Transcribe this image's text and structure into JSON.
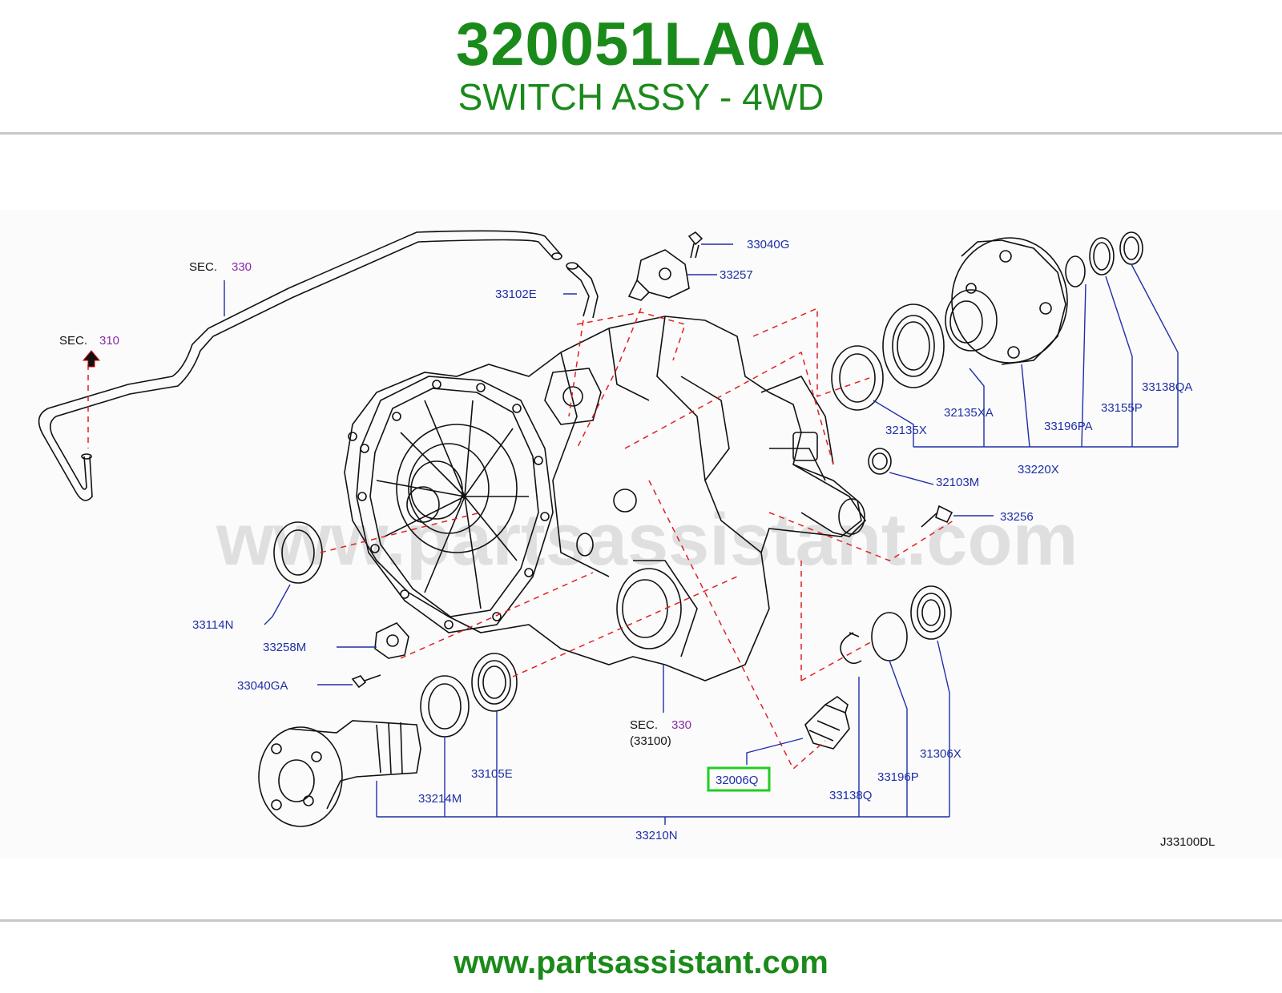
{
  "header": {
    "part_number": "320051LA0A",
    "part_name": "SWITCH ASSY - 4WD"
  },
  "diagram": {
    "watermark": "www.partsassistant.com",
    "diagram_code": "J33100DL",
    "highlight_color": "#22cc22",
    "sections": [
      {
        "prefix": "SEC.",
        "number": "330"
      },
      {
        "prefix": "SEC.",
        "number": "310"
      },
      {
        "prefix": "SEC.",
        "number": "330",
        "sub": "(33100)"
      }
    ],
    "callouts": [
      "33040G",
      "33257",
      "33102E",
      "33138QA",
      "33155P",
      "33196PA",
      "32135XA",
      "32135X",
      "33220X",
      "32103M",
      "33256",
      "33114N",
      "33258M",
      "33040GA",
      "33105E",
      "33214M",
      "32006Q",
      "33138Q",
      "33196P",
      "31306X",
      "33210N"
    ],
    "highlighted_callout": "32006Q"
  },
  "footer": {
    "url": "www.partsassistant.com"
  }
}
